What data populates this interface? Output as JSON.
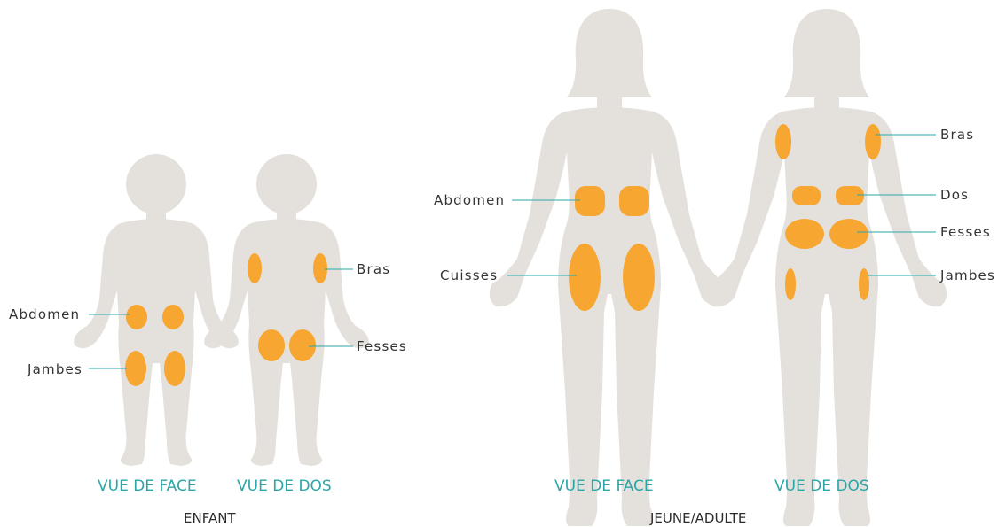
{
  "colors": {
    "body": "#e4e1dd",
    "zone": "#f6a631",
    "accent": "#2aa6a8"
  },
  "child": {
    "group_label": "ENFANT",
    "front": {
      "view_label": "VUE DE FACE",
      "labels": {
        "abdomen": "Abdomen",
        "legs": "Jambes"
      }
    },
    "back": {
      "view_label": "VUE DE DOS",
      "labels": {
        "arms": "Bras",
        "buttocks": "Fesses"
      }
    }
  },
  "adult": {
    "group_label": "JEUNE/ADULTE",
    "front": {
      "view_label": "VUE DE FACE",
      "labels": {
        "abdomen": "Abdomen",
        "thighs": "Cuisses"
      }
    },
    "back": {
      "view_label": "VUE DE DOS",
      "labels": {
        "arms": "Bras",
        "back": "Dos",
        "buttocks": "Fesses",
        "legs": "Jambes"
      }
    }
  }
}
